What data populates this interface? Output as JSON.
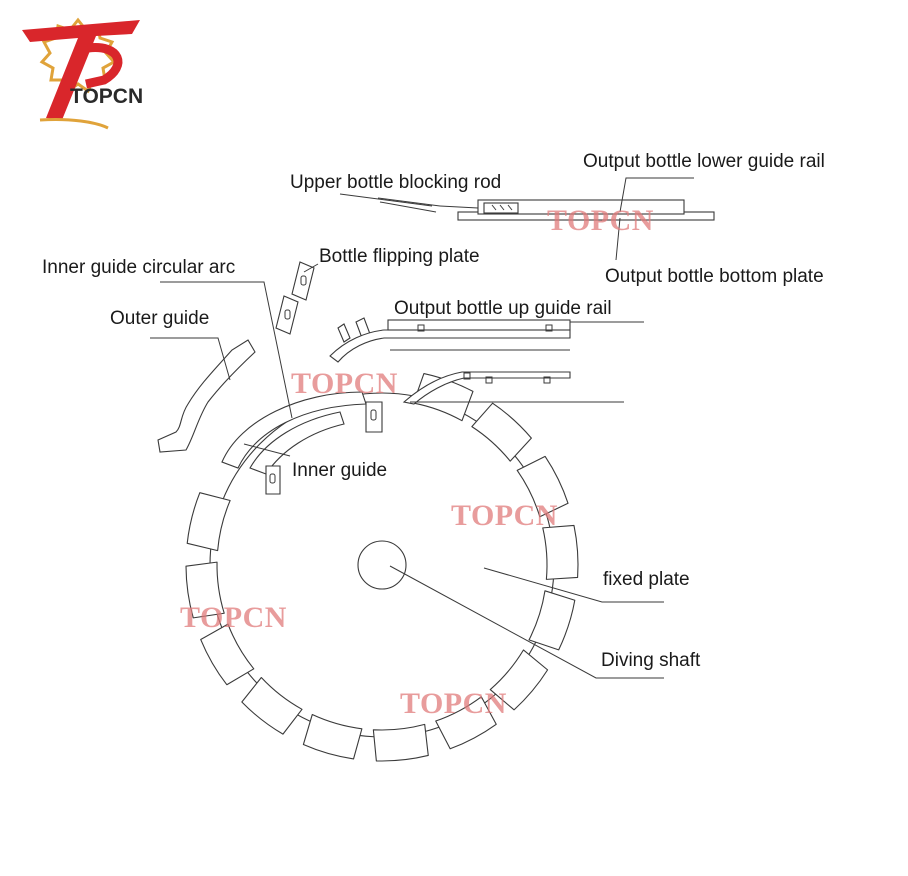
{
  "logo": {
    "brand_text": "TOPCN"
  },
  "labels": {
    "upper_bottle_blocking_rod": "Upper bottle blocking rod",
    "output_bottle_lower_guide_rail": "Output bottle lower guide rail",
    "output_bottle_bottom_plate": "Output bottle bottom plate",
    "bottle_flipping_plate": "Bottle flipping plate",
    "inner_guide_circular_arc": "Inner guide circular arc",
    "outer_guide": "Outer guide",
    "output_bottle_up_guide_rail": "Output bottle up guide rail",
    "inner_guide": "Inner guide",
    "fixed_plate": "fixed plate",
    "diving_shaft": "Diving shaft"
  },
  "watermarks": [
    "TOPCN",
    "TOPCN",
    "TOPCN",
    "TOPCN",
    "TOPCN"
  ],
  "colors": {
    "logo_red": "#d9262b",
    "logo_gold": "#e0a33a",
    "watermark": "#e07b7b",
    "line": "#3a3a3a"
  }
}
